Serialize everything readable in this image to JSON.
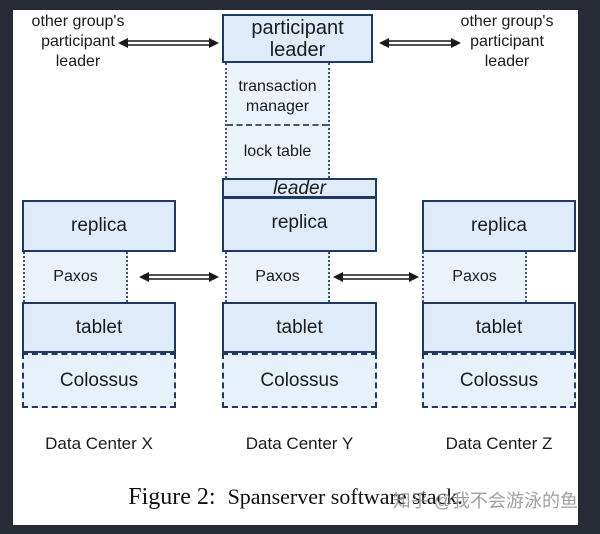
{
  "top": {
    "left_neighbor": [
      "other group's",
      "participant",
      "leader"
    ],
    "right_neighbor": [
      "other group's",
      "participant",
      "leader"
    ],
    "participant_leader": [
      "participant",
      "leader"
    ],
    "transaction_manager": [
      "transaction",
      "manager"
    ],
    "lock_table": "lock table",
    "leader": "leader"
  },
  "columns": [
    {
      "replica": "replica",
      "paxos": "Paxos",
      "tablet": "tablet",
      "colossus": "Colossus",
      "label": "Data Center X"
    },
    {
      "replica": "replica",
      "paxos": "Paxos",
      "tablet": "tablet",
      "colossus": "Colossus",
      "label": "Data Center Y"
    },
    {
      "replica": "replica",
      "paxos": "Paxos",
      "tablet": "tablet",
      "colossus": "Colossus",
      "label": "Data Center Z"
    }
  ],
  "caption": {
    "prefix": "Figure 2:",
    "text": "Spanserver software stack."
  },
  "watermark": "知乎 @我不会游泳的鱼",
  "colors": {
    "page_background": "#262b36",
    "panel_background": "#ffffff",
    "box_fill": "#e0ebf9",
    "strip_fill": "#eaf2fb",
    "box_border": "#1e3a63",
    "dotted_line": "#46536f",
    "arrow": "#191919",
    "text": "#1b1b1d",
    "watermark_gray": "#8f8f94"
  }
}
